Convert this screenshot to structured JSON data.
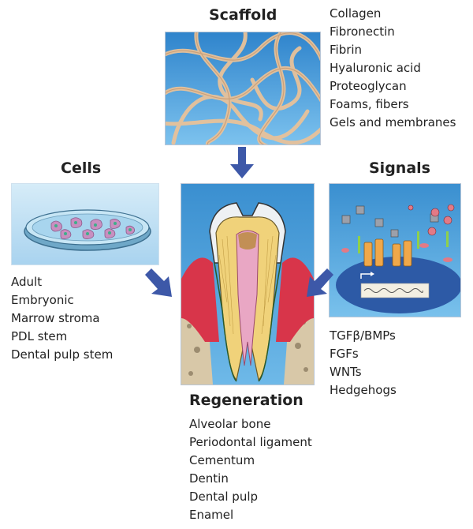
{
  "scaffold": {
    "title": "Scaffold",
    "items": [
      "Collagen",
      "Fibronectin",
      "Fibrin",
      "Hyaluronic acid",
      "Proteoglycan",
      "Foams, fibers",
      "Gels and membranes"
    ]
  },
  "cells": {
    "title": "Cells",
    "items": [
      "Adult",
      "Embryonic",
      "Marrow stroma",
      "PDL stem",
      "Dental pulp stem"
    ]
  },
  "signals": {
    "title": "Signals",
    "items": [
      "TGFβ/BMPs",
      "FGFs",
      "WNTs",
      "Hedgehogs"
    ]
  },
  "regeneration": {
    "title": "Regeneration",
    "items": [
      "Alveolar bone",
      "Periodontal ligament",
      "Cementum",
      "Dentin",
      "Dental pulp",
      "Enamel"
    ]
  },
  "colors": {
    "arrow": "#3d58a8",
    "panel_blue": "#3a8fd0",
    "fiber": "#e8c29a",
    "gum": "#d8354a",
    "dentin": "#f0d27a",
    "pulp": "#e9a7c4"
  }
}
